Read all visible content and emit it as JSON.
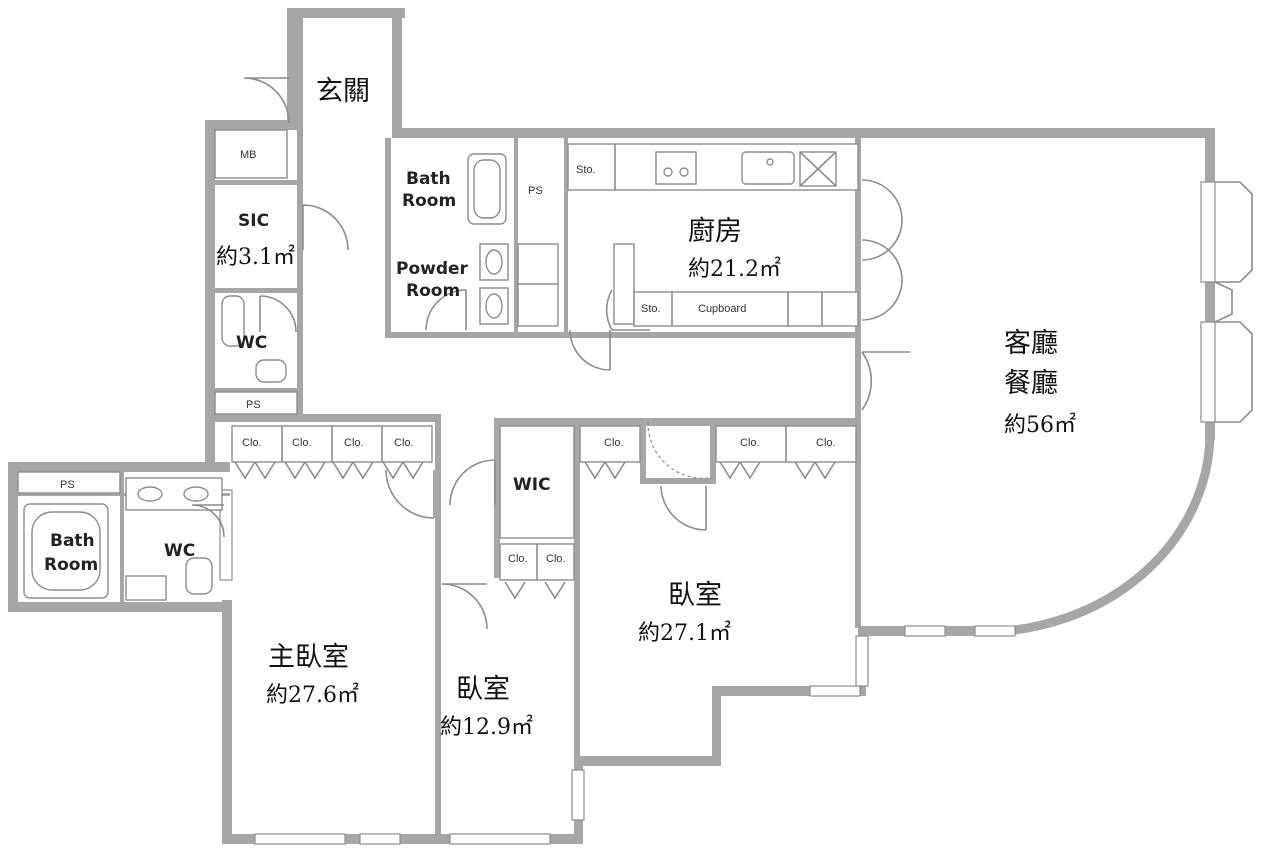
{
  "rooms": {
    "entrance": "玄關",
    "mb": "MB",
    "sic": {
      "name": "SIC",
      "area": "約3.1㎡"
    },
    "bath_top_1": "Bath",
    "bath_top_2": "Room",
    "powder_1": "Powder",
    "powder_2": "Room",
    "ps_top": "PS",
    "ps_wc": "PS",
    "ps_left": "PS",
    "kitchen": {
      "name": "廚房",
      "area": "約21.2㎡"
    },
    "kitchen_sto_top": "Sto.",
    "kitchen_sto_bottom": "Sto.",
    "cupboard": "Cupboard",
    "living": {
      "name_1": "客廳",
      "name_2": "餐廳",
      "area": "約56㎡"
    },
    "wc_top": "WC",
    "wc_left": "WC",
    "bath_left_1": "Bath",
    "bath_left_2": "Room",
    "wic": "WIC",
    "master_bedroom": {
      "name": "主臥室",
      "area": "約27.6㎡"
    },
    "bedroom_small": {
      "name": "臥室",
      "area": "約12.9㎡"
    },
    "bedroom_right": {
      "name": "臥室",
      "area": "約27.1㎡"
    },
    "closet_label": "Clo."
  }
}
